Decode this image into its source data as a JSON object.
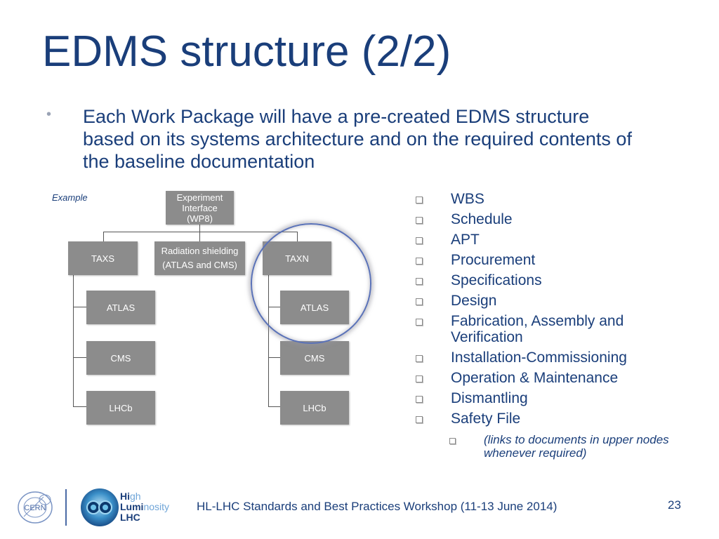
{
  "slide": {
    "title": "EDMS structure (2/2)",
    "bullet": {
      "marker": "•",
      "text": "Each Work Package will have a pre-created EDMS structure based on its systems architecture and on the required contents of the baseline documentation"
    }
  },
  "diagram": {
    "example_label": "Example",
    "root": "Experiment Interface (WP8)",
    "level1": {
      "taxs": "TAXS",
      "radiation_line1": "Radiation shielding",
      "radiation_line2": "(ATLAS and CMS)",
      "taxn": "TAXN"
    },
    "taxs_children": [
      "ATLAS",
      "CMS",
      "LHCb"
    ],
    "taxn_children": [
      "ATLAS",
      "CMS",
      "LHCb"
    ],
    "highlight_color": "#5a72b8"
  },
  "list": {
    "items": [
      "WBS",
      "Schedule",
      "APT",
      "Procurement",
      "Specifications",
      "Design",
      "Fabrication, Assembly and Verification",
      "Installation-Commissioning",
      "Operation & Maintenance",
      "Dismantling",
      "Safety File"
    ],
    "subitem": "(links to documents in upper nodes whenever required)"
  },
  "footer": {
    "text": "HL-LHC Standards and Best Practices Workshop (11-13 June 2014)",
    "page_number": "23",
    "cern_logo_text": "CERN",
    "hilumi_line1_a": "Hi",
    "hilumi_line1_b": "gh",
    "hilumi_line2_a": "Lumi",
    "hilumi_line2_b": "nosity",
    "hilumi_line3": "LHC"
  },
  "colors": {
    "title": "#1a3e7a",
    "node_fill": "#8c8c8c",
    "text": "#1a3e7a"
  }
}
